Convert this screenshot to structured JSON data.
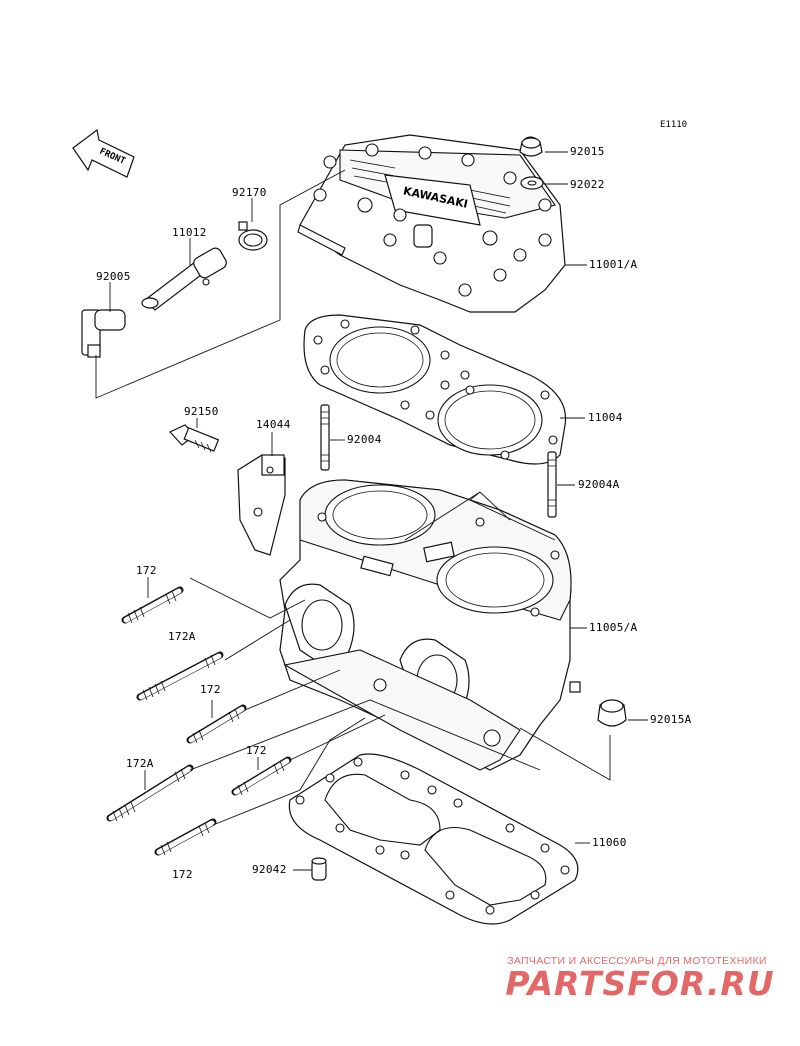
{
  "diagram_code": "E1110",
  "front_label": "FRONT",
  "head_emboss": "KAWASAKI",
  "parts": {
    "p92015": "92015",
    "p92022": "92022",
    "p92170": "92170",
    "p11012": "11012",
    "p92005": "92005",
    "p11001A": "11001/A",
    "p11004": "11004",
    "p92150": "92150",
    "p14044": "14044",
    "p92004": "92004",
    "p92004A": "92004A",
    "p172_1": "172",
    "p172A_1": "172A",
    "p172_2": "172",
    "p172_3": "172",
    "p172A_2": "172A",
    "p172_4": "172",
    "p11005A": "11005/A",
    "p92015A": "92015A",
    "p11060": "11060",
    "p92042": "92042"
  },
  "watermark": {
    "tagline": "ЗАПЧАСТИ И АКСЕССУАРЫ ДЛЯ МОТОТЕХНИКИ",
    "logo": "PARTSFOR.RU"
  },
  "colors": {
    "line": "#111111",
    "watermark": "#e04d4d"
  }
}
